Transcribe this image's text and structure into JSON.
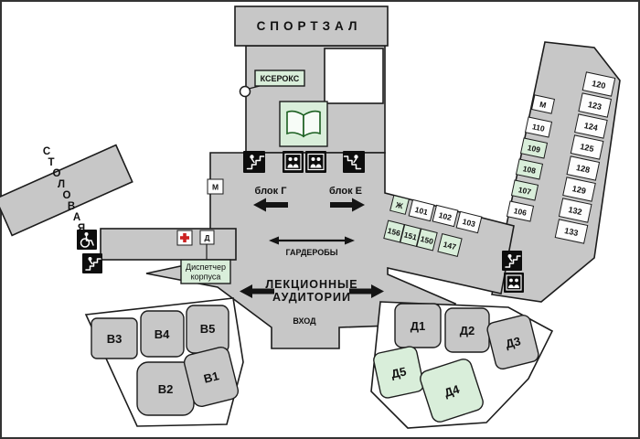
{
  "palette": {
    "building_grey": "#c7c7c7",
    "highlight_green": "#d9eeda",
    "outline_black": "#1c1c1c",
    "cross_red": "#cc2222",
    "background_white": "#ffffff"
  },
  "areas": {
    "sport_hall": "СПОРТЗАЛ",
    "cafeteria_label": "СТОЛОВАЯ",
    "cafeteria_letters": [
      "С",
      "Т",
      "О",
      "Л",
      "О",
      "В",
      "А",
      "Я"
    ],
    "xerox_label": "КСЕРОКС",
    "dispatcher_line1": "Диспетчер",
    "dispatcher_line2": "корпуса",
    "block_g": "блок Г",
    "block_e": "блок Е",
    "cloakrooms": "ГАРДЕРОБЫ",
    "lecture_line1": "ЛЕКЦИОННЫЕ",
    "lecture_line2": "АУДИТОРИИ",
    "entrance": "ВХОД"
  },
  "rooms": {
    "m_hub": "М",
    "d_hub": "Д",
    "zh_room": "Ж",
    "row1": [
      "101",
      "102",
      "103"
    ],
    "row2": [
      "156",
      "151",
      "150",
      "147"
    ],
    "m_wing": "М",
    "wing": [
      "110",
      "109",
      "108",
      "107",
      "106"
    ],
    "strip": [
      "120",
      "123",
      "124",
      "125",
      "128",
      "129",
      "132",
      "133"
    ],
    "v_top": [
      "В3",
      "В4",
      "В5"
    ],
    "v_bottom": [
      "В2",
      "В1"
    ],
    "d_top": [
      "Д1",
      "Д2",
      "Д3"
    ],
    "d_bottom": [
      "Д5",
      "Д4"
    ]
  },
  "icons": {
    "stairs": "stairs-icon",
    "elevator": "elevator-icon",
    "wheelchair": "wheelchair-icon",
    "first_aid": "first-aid-icon",
    "library": "open-book-icon",
    "copier_marker": "copier-location-marker"
  }
}
